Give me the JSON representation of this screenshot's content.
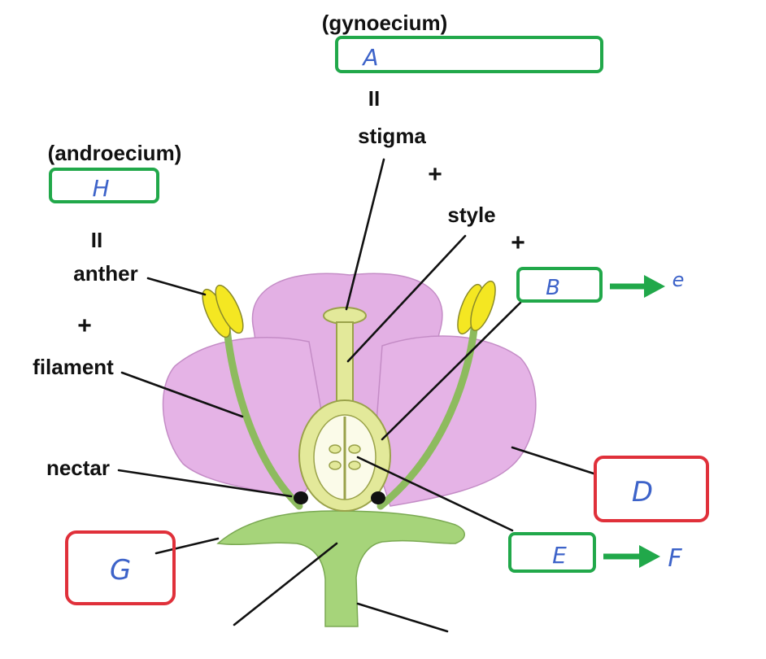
{
  "group_labels": {
    "gynoecium": "(gynoecium)",
    "androecium": "(androecium)"
  },
  "part_labels": {
    "stigma": "stigma",
    "style": "style",
    "anther": "anther",
    "filament": "filament",
    "nectar": "nectar"
  },
  "symbols": {
    "equals": "II",
    "plus": "+"
  },
  "answer_boxes": {
    "A": "A",
    "H": "H",
    "B": "B",
    "D": "D",
    "E": "E",
    "G": "G"
  },
  "arrow_targets": {
    "from_B": "e",
    "from_E": "F"
  },
  "colors": {
    "green_box": "#21a84a",
    "red_box": "#e0303a",
    "handwriting": "#3d63c9",
    "petal": "#e5b3e6",
    "stem": "#9fcf6f",
    "anther": "#f3e622",
    "ovary": "#dfe89a"
  }
}
